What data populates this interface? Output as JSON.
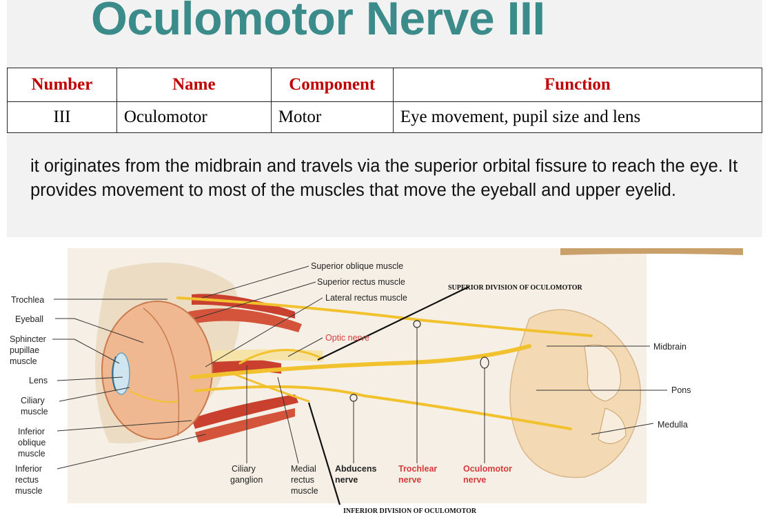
{
  "title": "Oculomotor Nerve III",
  "table": {
    "headers": [
      "Number",
      "Name",
      "Component",
      "Function"
    ],
    "rows": [
      [
        "III",
        "Oculomotor",
        "Motor",
        "Eye movement, pupil size and lens"
      ]
    ]
  },
  "description": "it originates from the midbrain and travels via the superior orbital fissure to reach the eye. It provides movement to most of the muscles that move the eyeball and upper eyelid.",
  "figure": {
    "left_labels": {
      "trochlea": "Trochlea",
      "eyeball": "Eyeball",
      "sphincter_1": "Sphincter",
      "sphincter_2": "pupillae",
      "sphincter_3": "muscle",
      "lens": "Lens",
      "ciliary_1": "Ciliary",
      "ciliary_2": "muscle",
      "inf_oblique_1": "Inferior",
      "inf_oblique_2": "oblique",
      "inf_oblique_3": "muscle",
      "inf_rectus_1": "Inferior",
      "inf_rectus_2": "rectus",
      "inf_rectus_3": "muscle"
    },
    "top_labels": {
      "superior_oblique": "Superior oblique muscle",
      "superior_rectus": "Superior rectus muscle",
      "lateral_rectus": "Lateral rectus muscle",
      "optic_nerve": "Optic nerve"
    },
    "right_labels": {
      "midbrain": "Midbrain",
      "pons": "Pons",
      "medulla": "Medulla"
    },
    "bottom_labels": {
      "ciliary_ganglion_1": "Ciliary",
      "ciliary_ganglion_2": "ganglion",
      "medial_rectus_1": "Medial",
      "medial_rectus_2": "rectus",
      "medial_rectus_3": "muscle",
      "abducens_1": "Abducens",
      "abducens_2": "nerve",
      "trochlear_1": "Trochlear",
      "trochlear_2": "nerve",
      "oculomotor_1": "Oculomotor",
      "oculomotor_2": "nerve"
    },
    "captions": {
      "superior_division": "SUPERIOR DIVISION OF OCULOMOTOR",
      "inferior_division": "INFERIOR DIVISION OF OCULOMOTOR"
    }
  },
  "colors": {
    "title": "#3a8b8a",
    "table_header": "#c00000",
    "highlight_labels": "#d63a3a",
    "nerve": "#f2c12e",
    "muscle": "#c9412e"
  }
}
